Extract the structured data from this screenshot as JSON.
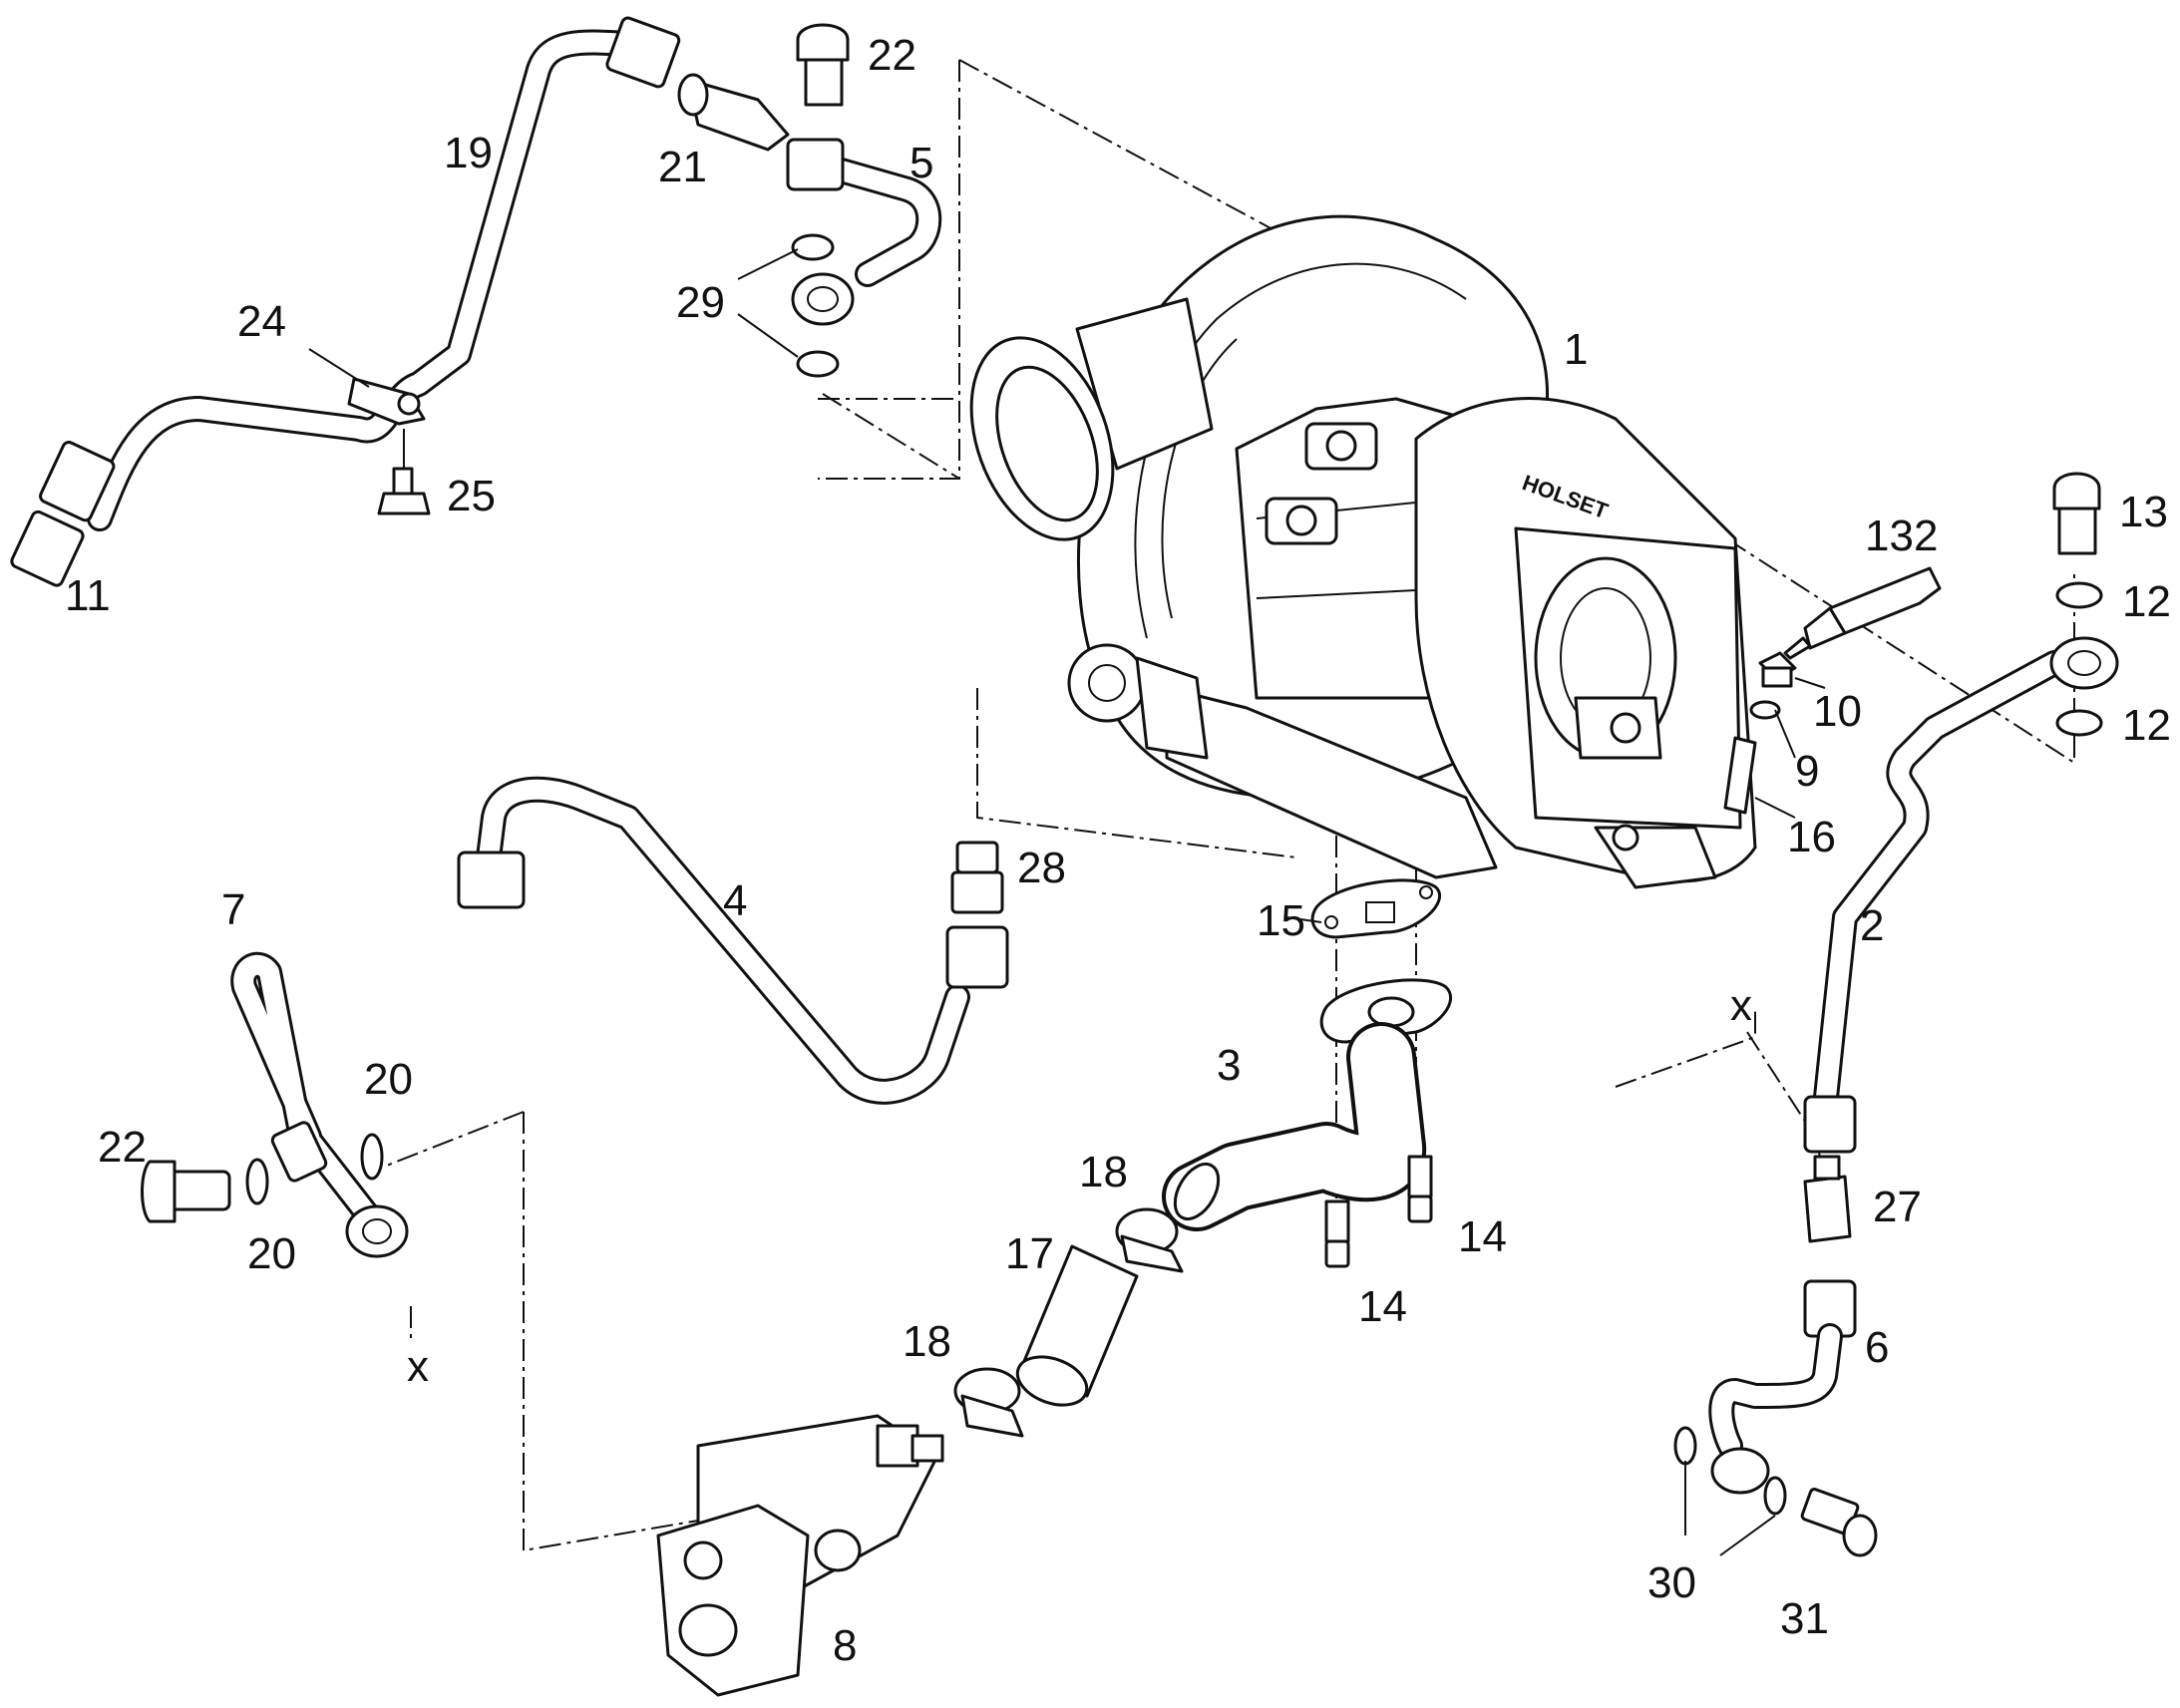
{
  "callouts": {
    "c1": "1",
    "c2": "2",
    "c3": "3",
    "c4": "4",
    "c5": "5",
    "c6": "6",
    "c7": "7",
    "c8": "8",
    "c9": "9",
    "c10": "10",
    "c11": "11",
    "c12a": "12",
    "c12b": "12",
    "c13": "13",
    "c14a": "14",
    "c14b": "14",
    "c15": "15",
    "c16": "16",
    "c17": "17",
    "c18a": "18",
    "c18b": "18",
    "c19": "19",
    "c20a": "20",
    "c20b": "20",
    "c21": "21",
    "c22a": "22",
    "c22b": "22",
    "c24": "24",
    "c25": "25",
    "c27": "27",
    "c28": "28",
    "c29": "29",
    "c30": "30",
    "c31": "31",
    "c132": "132",
    "xa": "x",
    "xb": "x"
  },
  "embossed_logo_text": "HOLSET"
}
